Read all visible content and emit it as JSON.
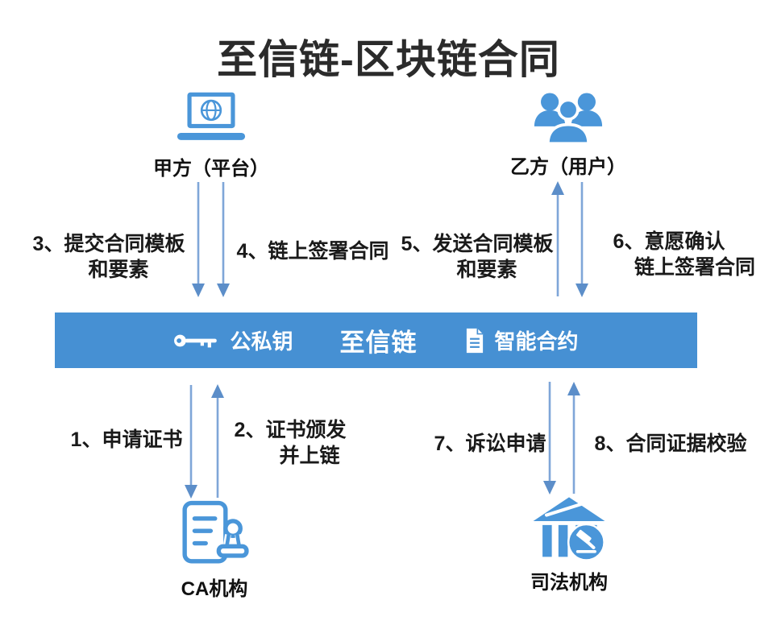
{
  "title": "至信链-区块链合同",
  "nodes": {
    "party_a": {
      "label": "甲方（平台）",
      "icon": "laptop-globe-icon"
    },
    "party_b": {
      "label": "乙方（用户）",
      "icon": "users-group-icon"
    },
    "ca": {
      "label": "CA机构",
      "icon": "document-stamp-icon"
    },
    "judicial": {
      "label": "司法机构",
      "icon": "courthouse-gavel-icon"
    }
  },
  "chain_bar": {
    "key_label": "公私钥",
    "chain_label": "至信链",
    "contract_label": "智能合约",
    "key_icon": "key-icon",
    "contract_icon": "document-icon"
  },
  "steps": {
    "s1": {
      "line1": "1、申请证书"
    },
    "s2": {
      "line1": "2、证书颁发",
      "line2": "并上链"
    },
    "s3": {
      "line1": "3、提交合同模板",
      "line2": "和要素"
    },
    "s4": {
      "line1": "4、链上签署合同"
    },
    "s5": {
      "line1": "5、发送合同模板",
      "line2": "和要素"
    },
    "s6": {
      "line1": "6、意愿确认",
      "line2": "链上签署合同"
    },
    "s7": {
      "line1": "7、诉讼申请"
    },
    "s8": {
      "line1": "8、合同证据校验"
    }
  },
  "colors": {
    "icon_blue": "#4A96D9",
    "bar_blue": "#4690D3",
    "arrow_shaft": "#7FA6D8",
    "arrow_head": "#5C8EC9",
    "text_dark": "#262626"
  }
}
